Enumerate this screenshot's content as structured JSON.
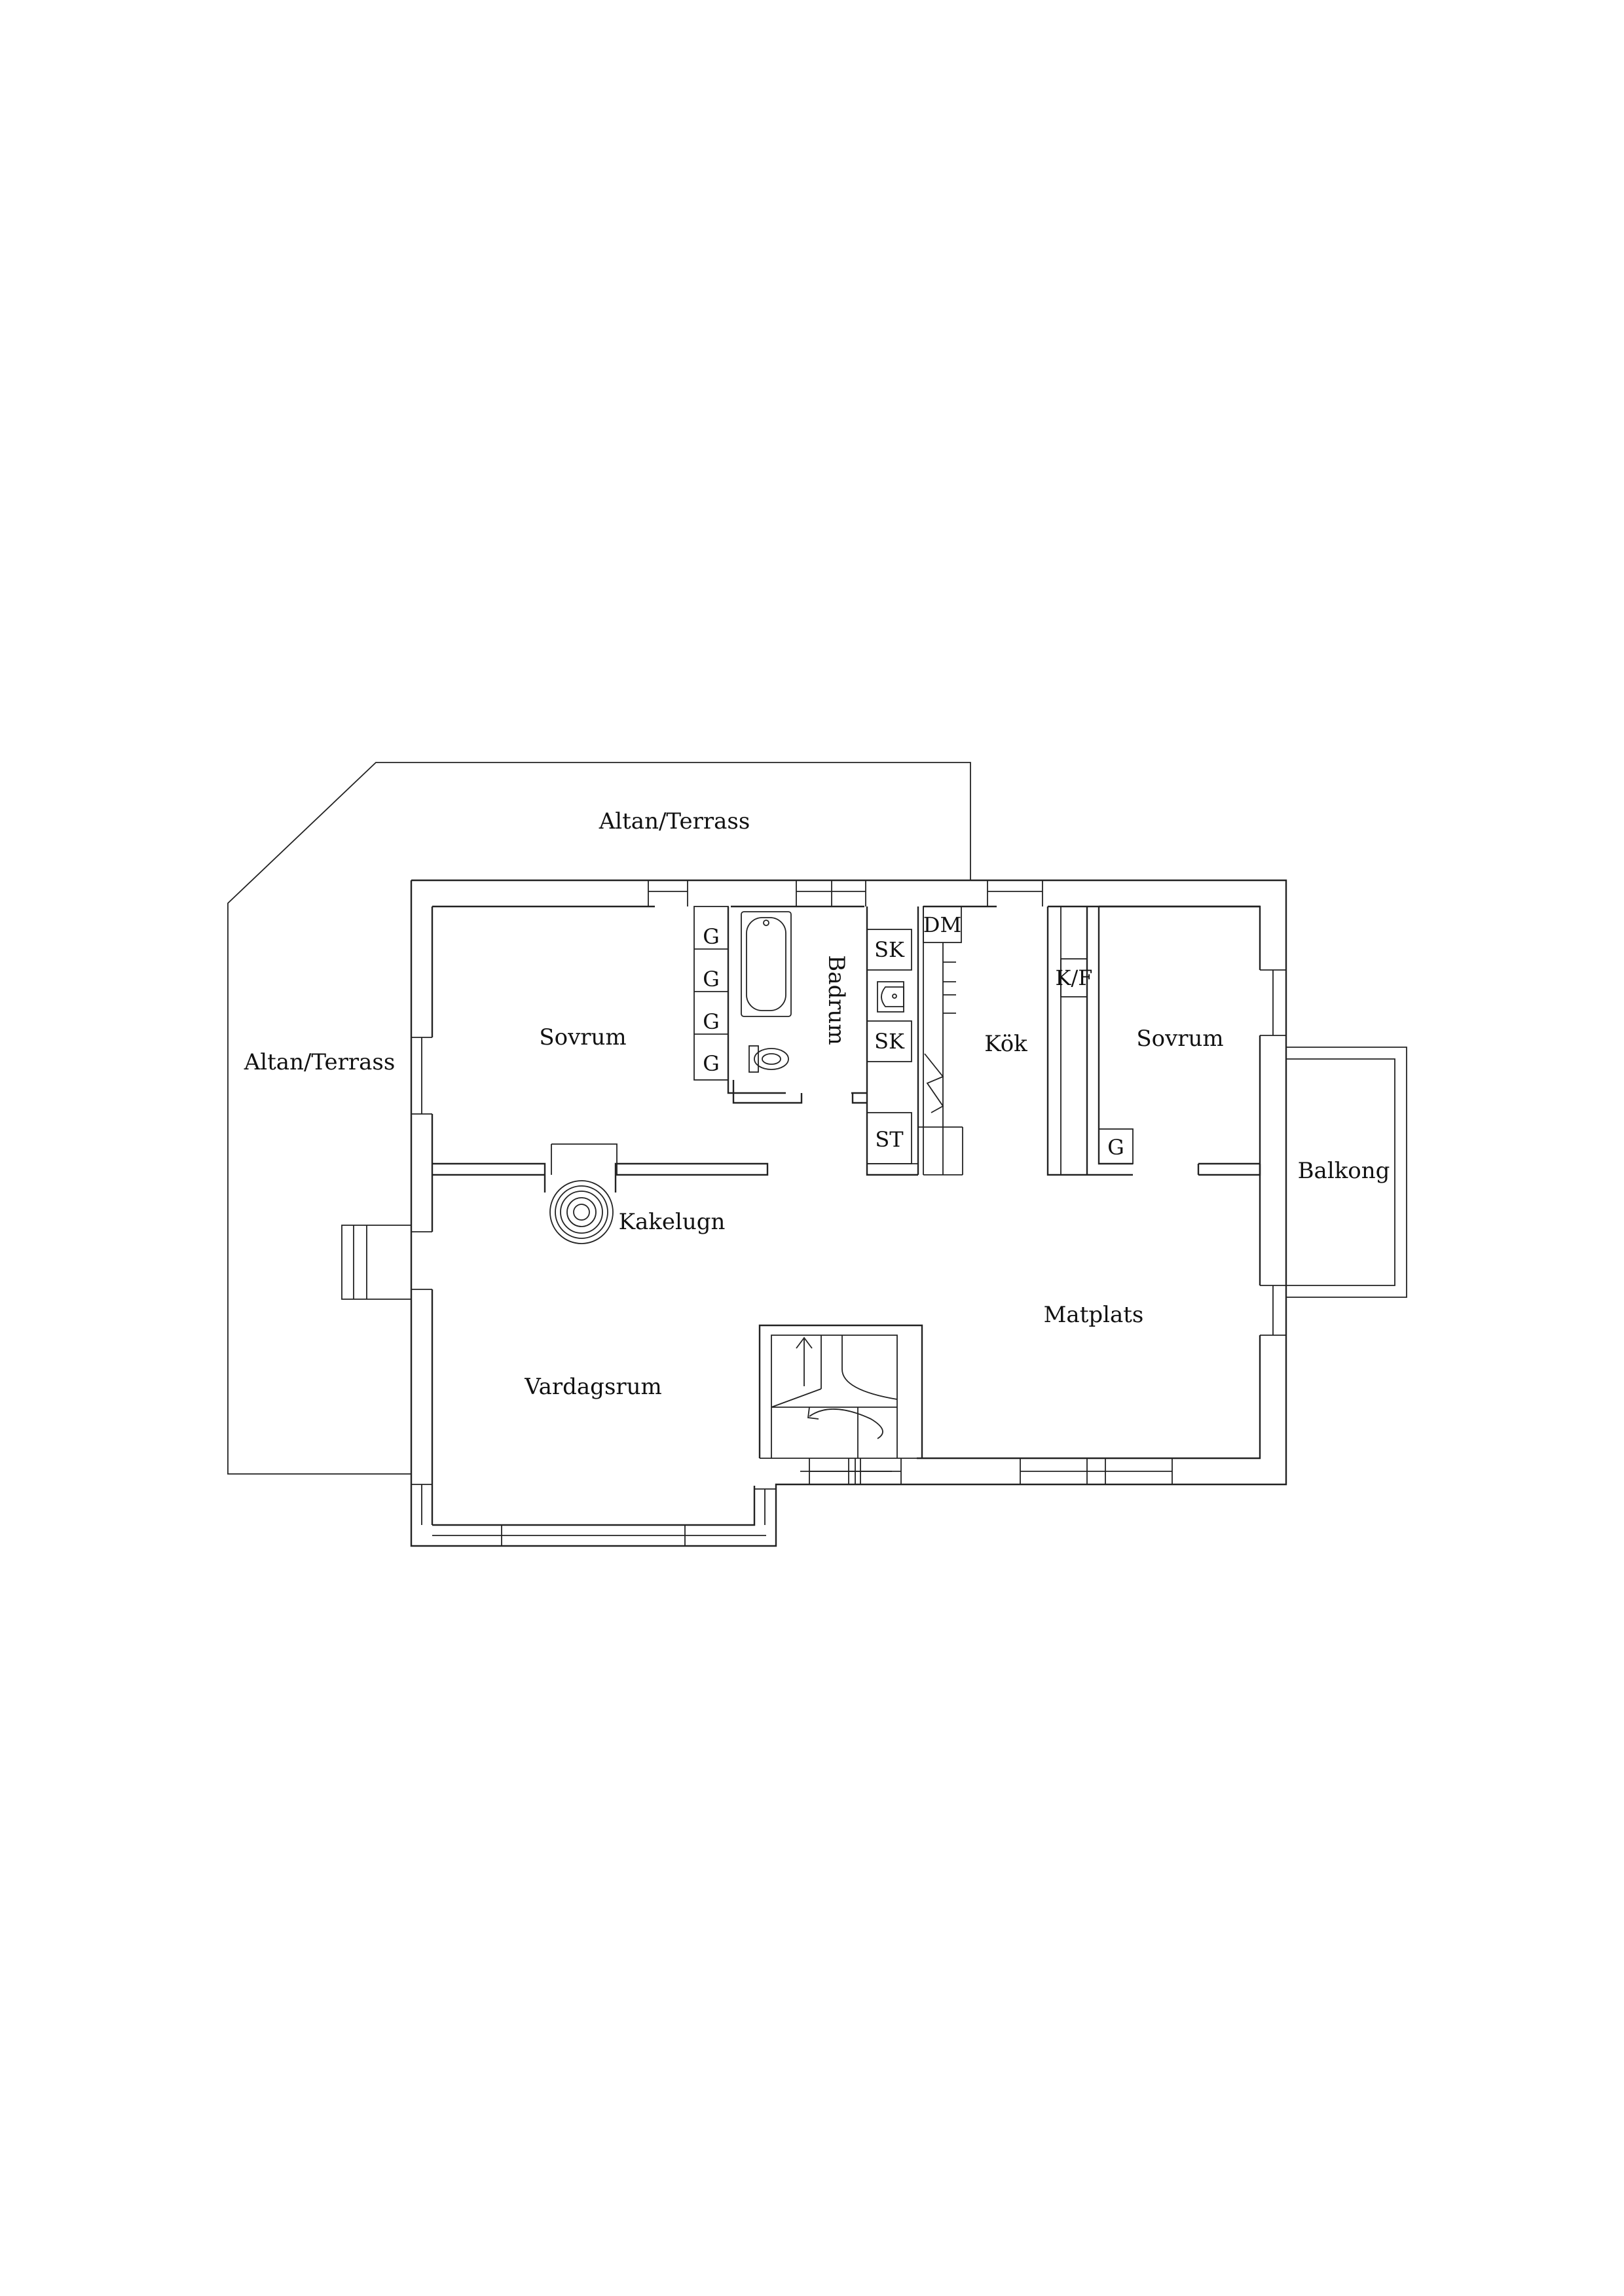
{
  "labels": {
    "terrace_top": "Altan/Terrass",
    "terrace_left": "Altan/Terrass",
    "bedroom_left": "Sovrum",
    "bedroom_right": "Sovrum",
    "bathroom": "Badrum",
    "kitchen": "Kök",
    "balcony": "Balkong",
    "tile_stove": "Kakelugn",
    "dining": "Matplats",
    "living": "Vardagsrum",
    "wardrobe_1": "G",
    "wardrobe_2": "G",
    "wardrobe_3": "G",
    "wardrobe_4": "G",
    "wardrobe_right": "G",
    "cabinet_1": "SK",
    "cabinet_2": "SK",
    "storage": "ST",
    "dishwasher": "DM",
    "fridge_freezer": "K/F"
  }
}
